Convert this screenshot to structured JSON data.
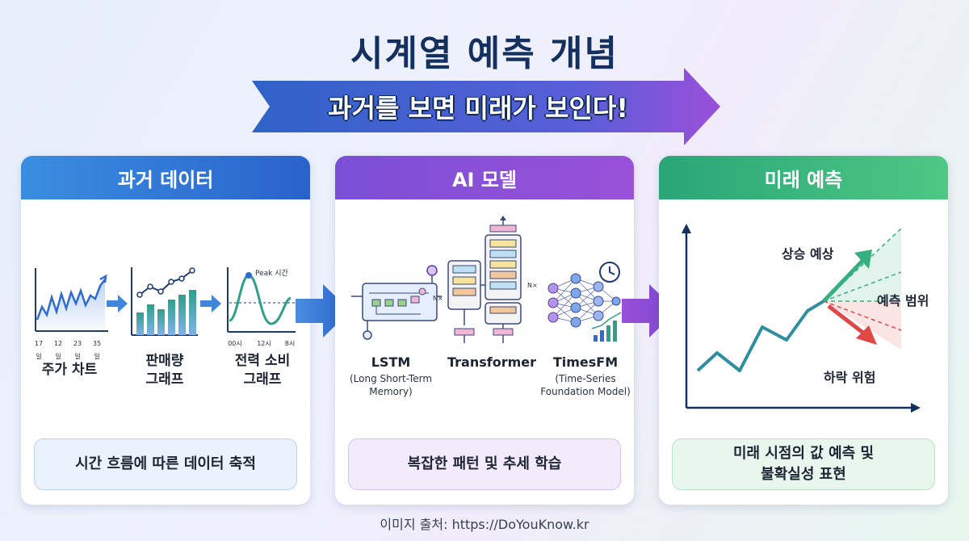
{
  "title": "시계열 예측 개념",
  "banner": "과거를 보면 미래가 보인다!",
  "panels": {
    "past": {
      "header": "과거 데이터",
      "stock_chart": {
        "label": "주가 차트",
        "ticks": [
          "17일",
          "12일",
          "23일",
          "35일"
        ]
      },
      "sales_graph": {
        "label_line1": "판매량",
        "label_line2": "그래프"
      },
      "power_graph": {
        "label_line1": "전력 소비",
        "label_line2": "그래프",
        "peak_label": "Peak 시간",
        "ticks": [
          "00시",
          "12시",
          "8시"
        ]
      },
      "summary": "시간 흐름에 따른 데이터 축적"
    },
    "model": {
      "header": "AI 모델",
      "models": [
        {
          "name": "LSTM",
          "desc_line1": "(Long Short-Term",
          "desc_line2": "Memory)"
        },
        {
          "name": "Transformer",
          "desc_line1": "",
          "desc_line2": ""
        },
        {
          "name": "TimesFM",
          "desc_line1": "(Time-Series",
          "desc_line2": "Foundation Model)"
        }
      ],
      "nx_label": "N×",
      "summary": "복잡한 패턴 및 추세 학습"
    },
    "future": {
      "header": "미래 예측",
      "up_label": "상승 예상",
      "range_label": "예측 범위",
      "down_label": "하락 위험",
      "summary_line1": "미래 시점의 값 예측 및",
      "summary_line2": "불확실성 표현"
    }
  },
  "credit": "이미지 출처: https://DoYouKnow.kr",
  "colors": {
    "title": "#14305e",
    "past": "#2f7ad8",
    "model": "#8a50d8",
    "future": "#36b07e",
    "down": "#e04848"
  }
}
